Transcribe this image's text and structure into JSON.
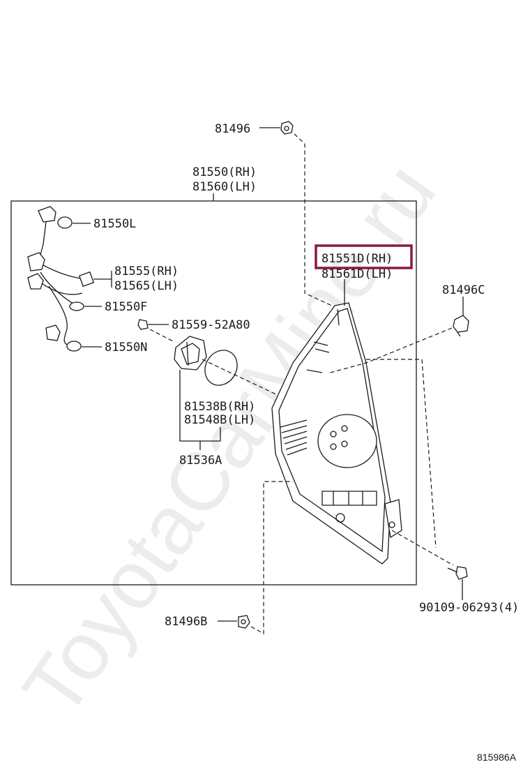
{
  "watermark": "ToyotaCarMine.ru",
  "diagram_code": "815986A",
  "highlight_color": "#8b1a3a",
  "labels": {
    "p81496": "81496",
    "p81550_rh": "81550(RH)",
    "p81560_lh": "81560(LH)",
    "p81550L": "81550L",
    "p81555_rh": "81555(RH)",
    "p81565_lh": "81565(LH)",
    "p81550F": "81550F",
    "p81559": "81559-52A80",
    "p81550N": "81550N",
    "p81551D_rh": "81551D(RH)",
    "p81561D_lh": "81561D(LH)",
    "p81496C": "81496C",
    "p81538B_rh": "81538B(RH)",
    "p81548B_lh": "81548B(LH)",
    "p81536A": "81536A",
    "p81496B": "81496B",
    "p90109": "90109-06293(4)"
  }
}
